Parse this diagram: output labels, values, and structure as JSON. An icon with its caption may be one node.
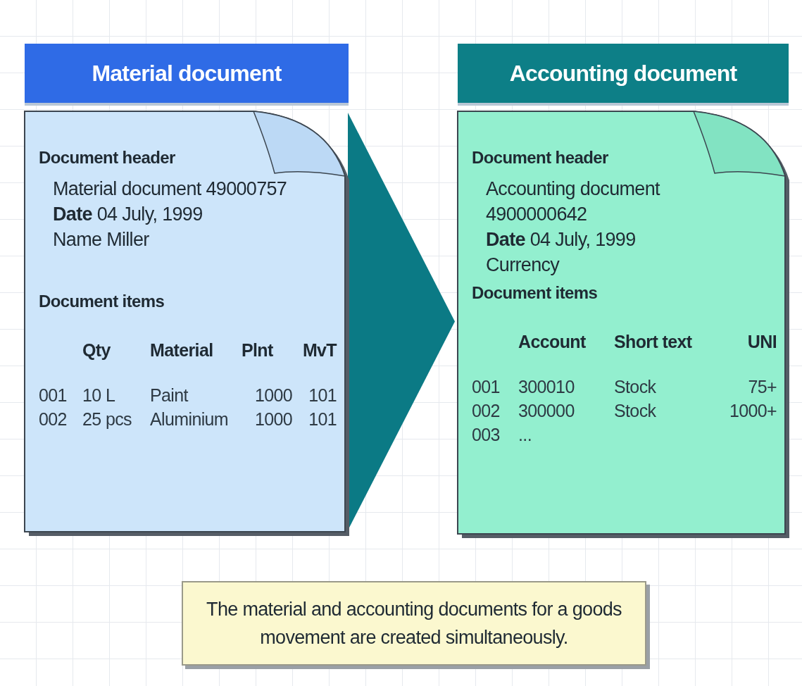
{
  "diagram": {
    "nodes": [
      {
        "text": [
          "Material document"
        ]
      },
      {
        "text": [
          "Document header",
          "Material document 49000757",
          "**Date** 04 July, 1999",
          "Name Miller",
          "Document items",
          "Qty",
          "Material",
          "Plnt",
          "MvT",
          "001",
          "10 L",
          "Paint",
          "1000",
          "101",
          "002",
          "25 pcs",
          "Aluminium",
          "1000",
          "101"
        ]
      },
      {
        "text": [
          "Accounting document"
        ]
      },
      {
        "text": [
          "Document header",
          "Accounting document 4900000642",
          "**Date** 04 July, 1999",
          "Currency",
          "Document items",
          "Account",
          "Short text",
          "UNI",
          "001",
          "300010",
          "Stock",
          "75+",
          "002",
          "300000",
          "Stock",
          "1000+",
          "003",
          "..."
        ]
      },
      {
        "text": [
          "The material and accounting documents for a goods movement are created simultaneously."
        ]
      }
    ],
    "edges": [
      {
        "from": 1,
        "to": 3,
        "arrow": "to"
      }
    ]
  }
}
